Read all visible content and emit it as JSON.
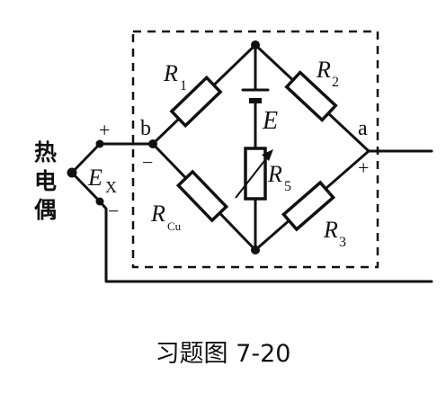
{
  "labels": {
    "thermocouple_chars": [
      "热",
      "电",
      "偶"
    ],
    "ex_main": "E",
    "ex_sub": "X",
    "plus_left": "+",
    "minus_left": "−",
    "node_b": "b",
    "node_a": "a",
    "plus_right": "+",
    "r1_main": "R",
    "r1_sub": "1",
    "r2_main": "R",
    "r2_sub": "2",
    "r3_main": "R",
    "r3_sub": "3",
    "r5_main": "R",
    "r5_sub": "5",
    "rcu_main": "R",
    "rcu_sub": "Cu",
    "e_label": "E"
  },
  "caption": "习题图 7-20"
}
